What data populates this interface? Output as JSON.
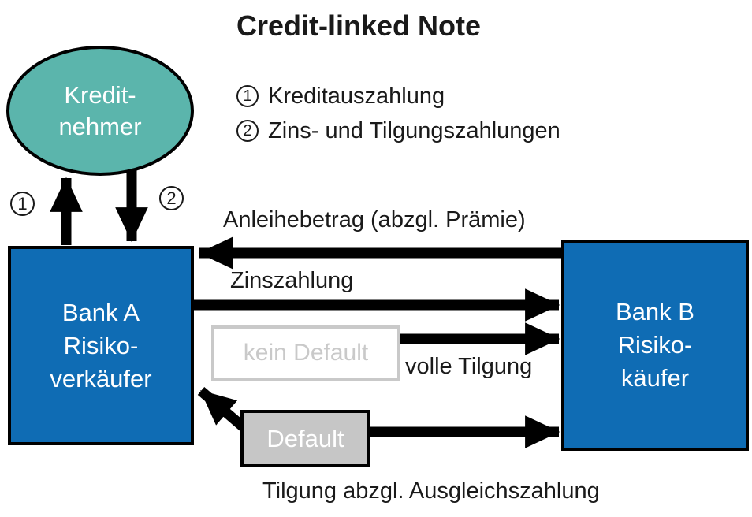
{
  "title": "Credit-linked Note",
  "legend": {
    "items": [
      {
        "num": "1",
        "label": "Kreditauszahlung"
      },
      {
        "num": "2",
        "label": "Zins- und Tilgungszahlungen"
      }
    ]
  },
  "annotations": {
    "marker_1": "1",
    "marker_2": "2"
  },
  "nodes": {
    "borrower": {
      "line1": "Kredit-",
      "line2": "nehmer"
    },
    "bank_a": {
      "line1": "Bank A",
      "line2": "Risiko-",
      "line3": "verkäufer"
    },
    "bank_b": {
      "line1": "Bank B",
      "line2": "Risiko-",
      "line3": "käufer"
    },
    "no_default": {
      "label": "kein Default"
    },
    "default": {
      "label": "Default"
    }
  },
  "flow_labels": {
    "anleihebetrag": "Anleihebetrag (abzgl. Prämie)",
    "zinszahlung": "Zinszahlung",
    "volle_tilgung": "volle Tilgung",
    "tilgung_ausgleich": "Tilgung abzgl. Ausgleichszahlung"
  },
  "colors": {
    "bank_blue": "#0F6CB4",
    "borrower_teal": "#5BB5AC",
    "default_gray": "#C6C6C6",
    "muted_gray": "#C9C9C9",
    "arrow_black": "#000000"
  }
}
